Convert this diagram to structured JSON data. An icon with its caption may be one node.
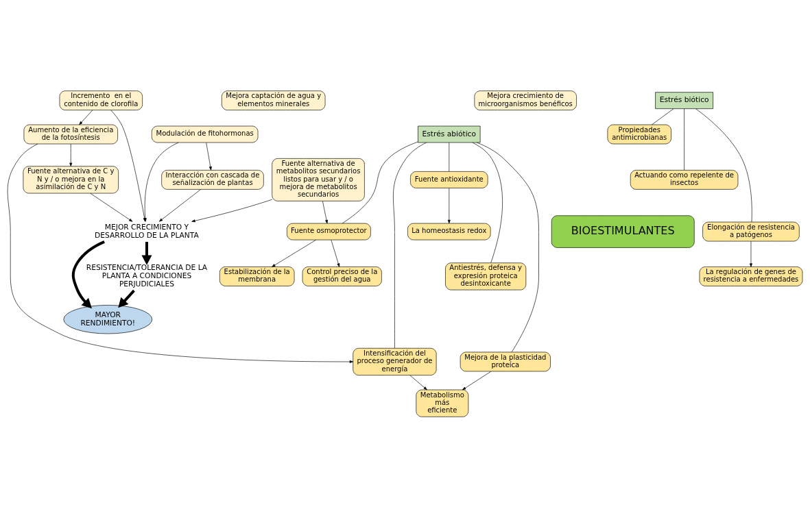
{
  "diagram": {
    "nodes": [
      {
        "text": [
          "Fuente alternativa de metabolitos secundarios listos para usar y / o mejora de metabolitos secundarios"
        ]
      },
      {
        "text": [
          "Fuente alternativa de C y N y / o mejora en la asimilación de C y N"
        ]
      },
      {
        "text": [
          "Aumento de la eficiencia de la fotosíntesis"
        ]
      },
      {
        "text": [
          "Incremento  en el contenido de clorofila"
        ]
      },
      {
        "text": [
          "Mejora captación de agua y elementos minerales"
        ]
      },
      {
        "text": [
          "Interacción con cascada de señalización de plantas"
        ]
      },
      {
        "text": [
          "Mejora crecimiento de microorganismos benéficos"
        ]
      },
      {
        "text": [
          "Modulación de fitohormonas"
        ]
      },
      {
        "text": [
          "MEJOR CRECIMIENTO Y DESARROLLO DE LA PLANTA"
        ]
      },
      {
        "text": [
          "BIOESTIMULANTES"
        ]
      },
      {
        "text": [
          "MAYOR RENDIMIENTO!"
        ]
      },
      {
        "text": [
          "Estrés abiótico"
        ]
      },
      {
        "text": [
          "RESISTENCIA/TOLERANCIA DE LA PLANTA A CONDICIONES PERJUDICIALES"
        ]
      },
      {
        "text": [
          "Estrés biótico"
        ]
      },
      {
        "text": [
          "Fuente antioxidante"
        ]
      },
      {
        "text": [
          "La homeostasis redox"
        ]
      },
      {
        "text": [
          "Estabilización de la membrana"
        ]
      },
      {
        "text": [
          "Fuente osmoprotector"
        ]
      },
      {
        "text": [
          "Propiedades antimicrobianas"
        ]
      },
      {
        "text": [
          "Control preciso de la gestión del agua"
        ]
      },
      {
        "text": [
          "Actuando como repelente de insectos"
        ]
      },
      {
        "text": [
          "Antiestrés, defensa y expresión proteica desintoxicante"
        ]
      },
      {
        "text": [
          "Elongación de resistencia a patógenos"
        ]
      },
      {
        "text": [
          "Mejora de la plasticidad proteíca"
        ]
      },
      {
        "text": [
          "Metabolismo más eficiente"
        ]
      },
      {
        "text": [
          "Intensificación del proceso generador de energía"
        ]
      },
      {
        "text": [
          "La regulación de genes de resistencia a enfermedades"
        ]
      }
    ],
    "edges": [
      {
        "from": 0,
        "to": 17,
        "arrow": "to"
      },
      {
        "from": 0,
        "to": 8,
        "arrow": "to"
      },
      {
        "from": 2,
        "to": 25,
        "arrow": "to"
      },
      {
        "from": 2,
        "to": 1,
        "arrow": "to"
      },
      {
        "from": 3,
        "to": 2,
        "arrow": "to"
      },
      {
        "from": 3,
        "to": 8,
        "arrow": "to"
      },
      {
        "from": 5,
        "to": 8,
        "arrow": "to"
      },
      {
        "from": 7,
        "to": 5,
        "arrow": "to"
      },
      {
        "from": 7,
        "to": 8,
        "arrow": "to"
      },
      {
        "from": 1,
        "to": 8,
        "arrow": "to"
      },
      {
        "from": 8,
        "to": 10,
        "arrow": "to",
        "style": "thick"
      },
      {
        "from": 8,
        "to": 12,
        "arrow": "to",
        "style": "thick"
      },
      {
        "from": 12,
        "to": 10,
        "arrow": "to",
        "style": "thick"
      },
      {
        "from": 11,
        "to": 14,
        "arrow": "none"
      },
      {
        "from": 11,
        "to": 17,
        "arrow": "none"
      },
      {
        "from": 11,
        "to": 21,
        "arrow": "none"
      },
      {
        "from": 11,
        "to": 23,
        "arrow": "none"
      },
      {
        "from": 11,
        "to": 25,
        "arrow": "none"
      },
      {
        "from": 14,
        "to": 15,
        "arrow": "to"
      },
      {
        "from": 17,
        "to": 16,
        "arrow": "to"
      },
      {
        "from": 17,
        "to": 19,
        "arrow": "to"
      },
      {
        "from": 23,
        "to": 24,
        "arrow": "to"
      },
      {
        "from": 25,
        "to": 24,
        "arrow": "to"
      },
      {
        "from": 13,
        "to": 18,
        "arrow": "none"
      },
      {
        "from": 13,
        "to": 20,
        "arrow": "none"
      },
      {
        "from": 13,
        "to": 22,
        "arrow": "none"
      },
      {
        "from": 22,
        "to": 26,
        "arrow": "to"
      }
    ]
  }
}
